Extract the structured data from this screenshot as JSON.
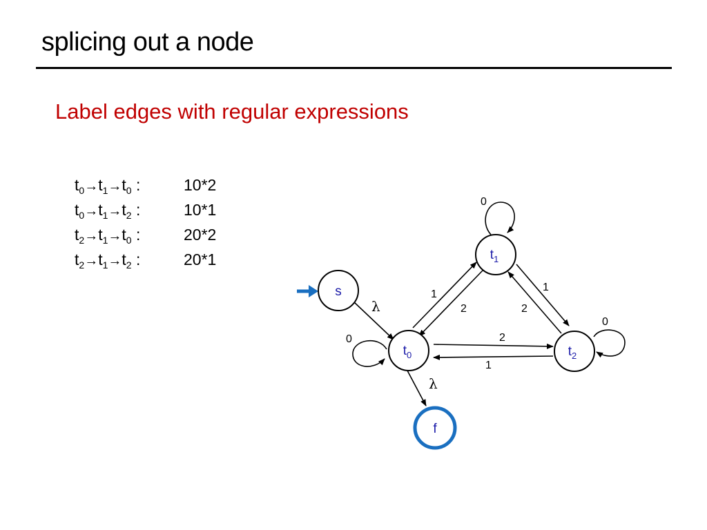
{
  "slide": {
    "title": "splicing out a node",
    "subtitle": "Label edges with regular expressions"
  },
  "paths": [
    {
      "nodes": [
        [
          "t",
          "0"
        ],
        [
          "t",
          "1"
        ],
        [
          "t",
          "0"
        ]
      ],
      "expression": "10*2"
    },
    {
      "nodes": [
        [
          "t",
          "0"
        ],
        [
          "t",
          "1"
        ],
        [
          "t",
          "2"
        ]
      ],
      "expression": "10*1"
    },
    {
      "nodes": [
        [
          "t",
          "2"
        ],
        [
          "t",
          "1"
        ],
        [
          "t",
          "0"
        ]
      ],
      "expression": "20*2"
    },
    {
      "nodes": [
        [
          "t",
          "2"
        ],
        [
          "t",
          "1"
        ],
        [
          "t",
          "2"
        ]
      ],
      "expression": "20*1"
    }
  ],
  "path_separator": ":",
  "diagram": {
    "nodes": {
      "s": {
        "label": "s",
        "sub": ""
      },
      "t0": {
        "label": "t",
        "sub": "0"
      },
      "t1": {
        "label": "t",
        "sub": "1"
      },
      "t2": {
        "label": "t",
        "sub": "2"
      },
      "f": {
        "label": "f",
        "sub": ""
      }
    },
    "edges": {
      "s_t0": "λ",
      "t0_f": "λ",
      "t0_t1": "1",
      "t1_t0": "2",
      "t1_t2": "1",
      "t2_t1": "2",
      "t0_t2": "2",
      "t2_t0": "1",
      "t0_loop": "0",
      "t1_loop": "0",
      "t2_loop": "0"
    },
    "colors": {
      "accent_node": "#1a6fc0",
      "start_arrow": "#1a6fc0",
      "node_text": "#1a1aa8",
      "subtitle": "#c00000"
    },
    "start_node": "s",
    "final_node": "f"
  }
}
